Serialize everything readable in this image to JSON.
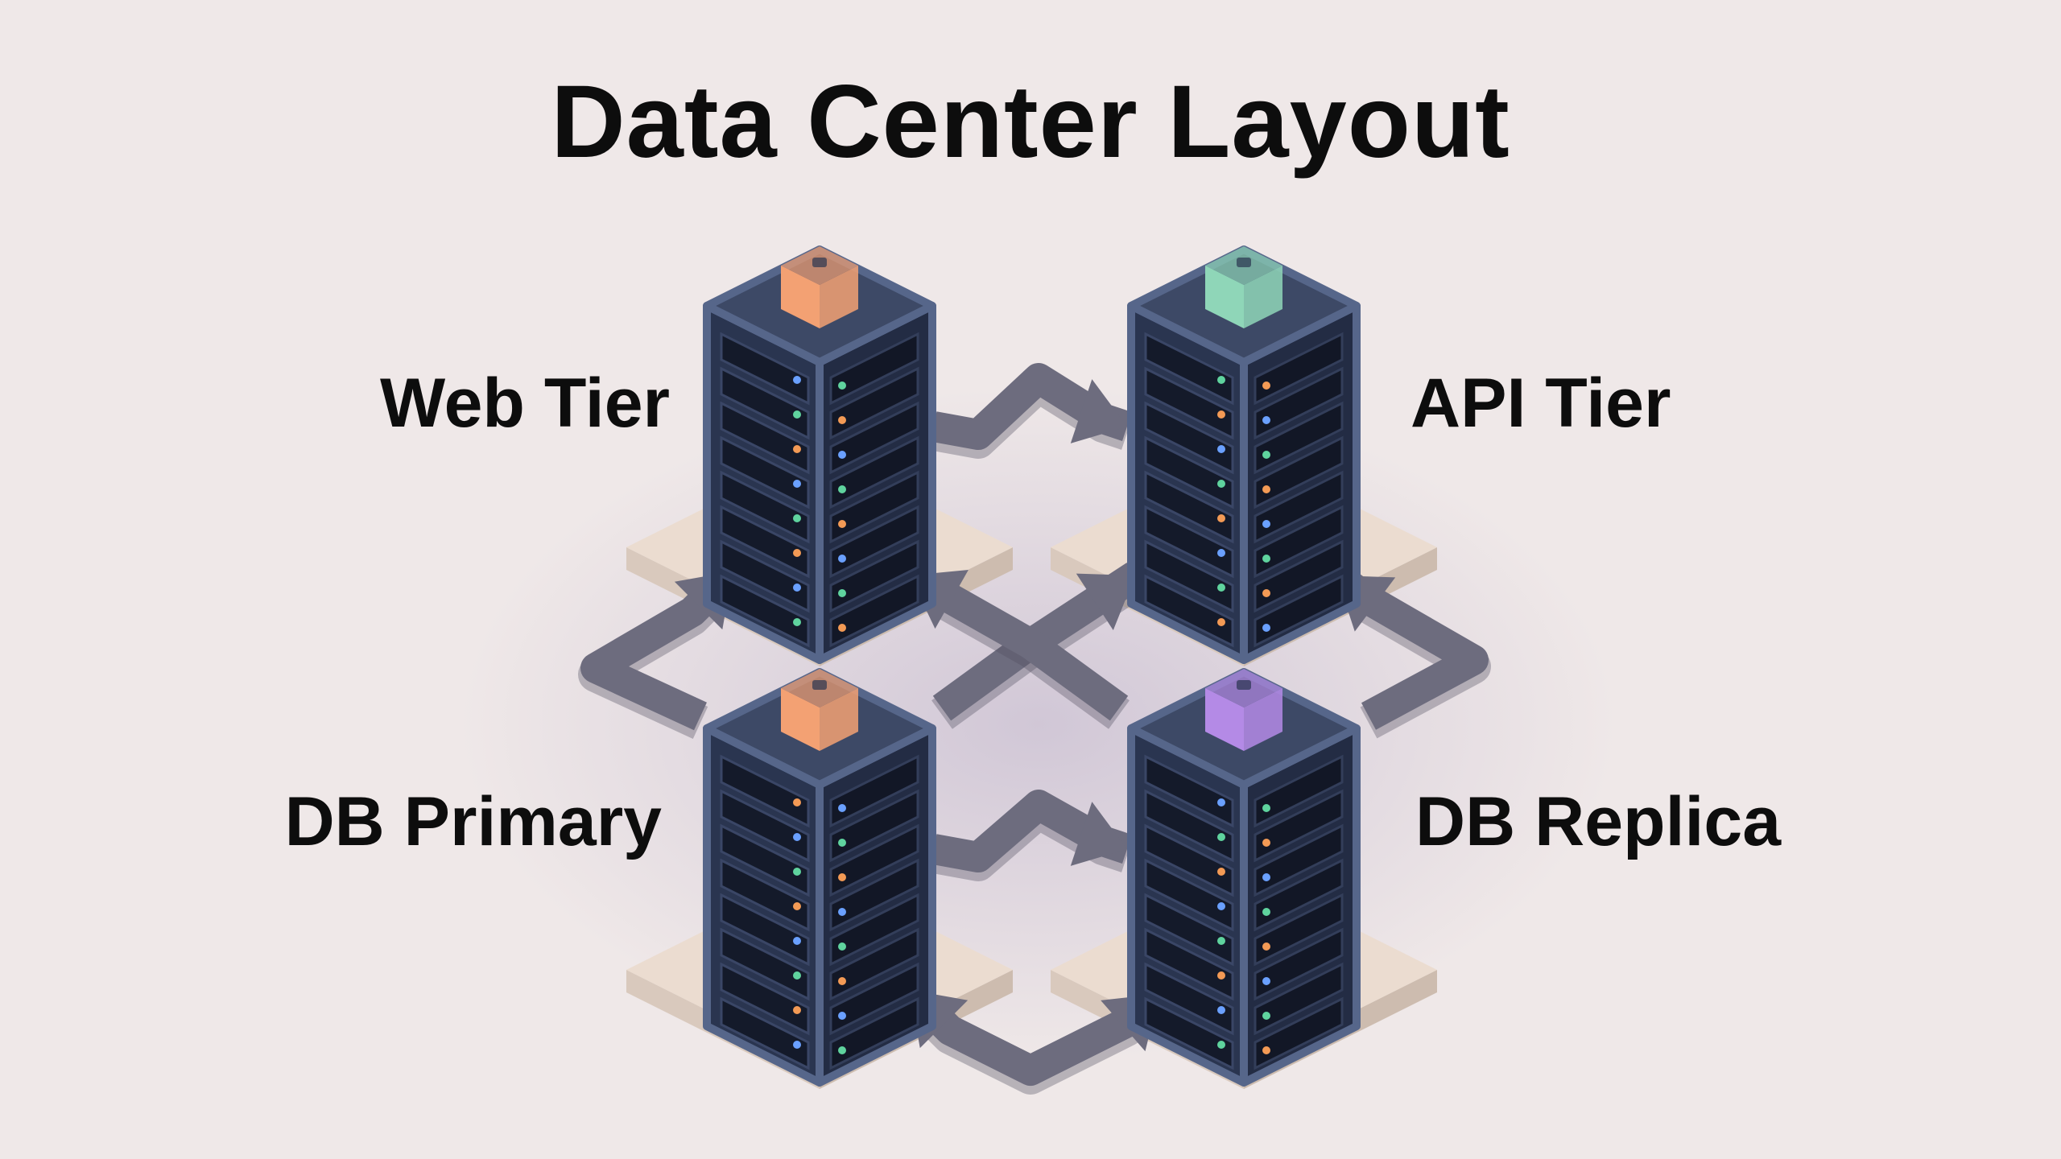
{
  "title": "Data Center Layout",
  "nodes": [
    {
      "id": "web",
      "label": "Web Tier",
      "icon": "server-rack-icon",
      "accent_color": "#f3a173"
    },
    {
      "id": "api",
      "label": "API Tier",
      "icon": "server-rack-icon",
      "accent_color": "#8fd6b8"
    },
    {
      "id": "dbp",
      "label": "DB Primary",
      "icon": "server-rack-icon",
      "accent_color": "#f3a173"
    },
    {
      "id": "dbr",
      "label": "DB Replica",
      "icon": "server-rack-icon",
      "accent_color": "#b48ae6"
    }
  ],
  "connections": [
    {
      "from": "web",
      "to": "api"
    },
    {
      "from": "dbp",
      "to": "web"
    },
    {
      "from": "dbr",
      "to": "web"
    },
    {
      "from": "dbp",
      "to": "api"
    },
    {
      "from": "dbr",
      "to": "api"
    },
    {
      "from": "dbp",
      "to": "dbr"
    },
    {
      "from": "dbr",
      "to": "dbp"
    }
  ],
  "colors": {
    "background": "#efe8e8",
    "rack_body": "#2a3550",
    "rack_edge": "#56668a",
    "platform": "#ebdcd0",
    "arrow": "#6d6c7e",
    "led_green": "#5fd39e",
    "led_blue": "#6aa0ff",
    "led_orange": "#f39a55"
  }
}
